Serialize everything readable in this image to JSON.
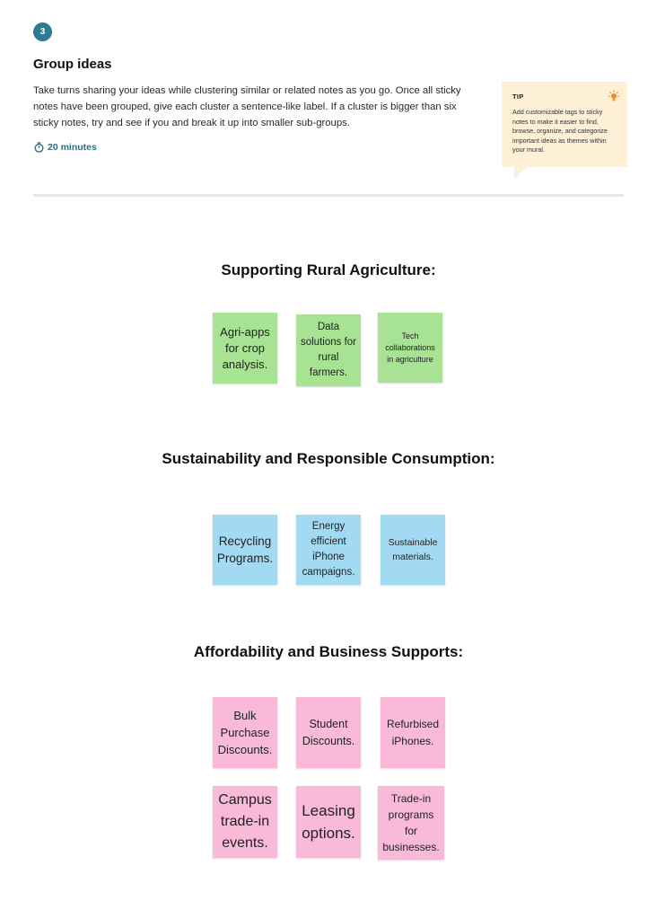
{
  "step": {
    "number": "3"
  },
  "header": {
    "title": "Group ideas",
    "description": "Take turns sharing your ideas while clustering similar or related notes as you go. Once all sticky notes have been grouped, give each cluster a sentence-like label. If a cluster is bigger than six sticky notes, try and see if you and break it up into smaller sub-groups.",
    "duration": "20 minutes"
  },
  "tip": {
    "label": "TIP",
    "text": "Add customizable tags to sticky notes to make it easier to find, browse, organize, and categorize important ideas as themes within your mural.",
    "icon": "lightbulb-icon"
  },
  "colors": {
    "accent": "#2d7b8e",
    "tip_bg": "#fdf0d7",
    "green_note": "#a7e392",
    "blue_note": "#a2daf4",
    "pink_note": "#f9b9d8"
  },
  "clusters": [
    {
      "title": "Supporting Rural Agriculture:",
      "notes": [
        {
          "text": "Agri-apps for crop analysis."
        },
        {
          "text": "Data solutions for rural farmers."
        },
        {
          "text": "Tech collaborations in agriculture"
        }
      ]
    },
    {
      "title": "Sustainability and Responsible Consumption:",
      "notes": [
        {
          "text": "Recycling Programs."
        },
        {
          "text": "Energy efficient iPhone campaigns."
        },
        {
          "text": "Sustainable materials."
        }
      ]
    },
    {
      "title": "Affordability and Business Supports:",
      "notes": [
        {
          "text": "Bulk Purchase Discounts."
        },
        {
          "text": "Student Discounts."
        },
        {
          "text": "Refurbised iPhones."
        },
        {
          "text": "Campus trade-in events."
        },
        {
          "text": "Leasing options."
        },
        {
          "text": "Trade-in programs for businesses."
        }
      ]
    }
  ]
}
